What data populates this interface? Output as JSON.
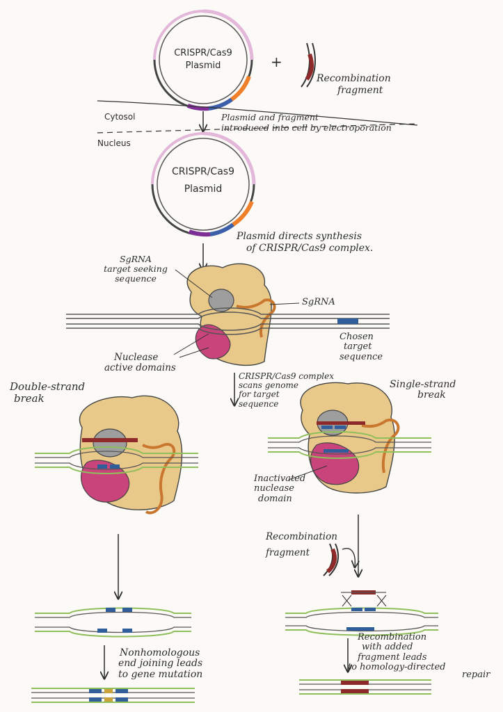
{
  "colors": {
    "paper": "#fbfaf7",
    "ink": "#2b2b2b",
    "plasmid_pink": "#e3b7d9",
    "plasmid_orange": "#f07f2a",
    "plasmid_purple": "#7e2f95",
    "plasmid_blue": "#3b5fa8",
    "fragment_red": "#8e2a2a",
    "dna_green": "#8fbf5a",
    "cas9_tan": "#e8c98a",
    "cas9_yellow": "#f3e6b0",
    "nuclease_magenta": "#c8447a",
    "recognition_grey": "#9e9e9e",
    "sgRNA_orange": "#c9772f",
    "target_blue": "#2f5e9a"
  },
  "labels": {
    "plasmid_top_1": "CRISPR/Cas9",
    "plasmid_top_2": "Plasmid",
    "plus": "+",
    "recomb_frag_1": "Recombination",
    "recomb_frag_2": "fragment",
    "cytosol": "Cytosol",
    "nucleus": "Nucleus",
    "electroporation_1": "Plasmid and fragment",
    "electroporation_2": "introduced into cell by electroporation",
    "plasmid_mid_1": "CRISPR/Cas9",
    "plasmid_mid_2": "Plasmid",
    "synthesis_1": "Plasmid directs synthesis",
    "synthesis_2": "of CRISPR/Cas9 complex.",
    "sgrna_target_1": "SgRNA",
    "sgrna_target_2": "target seeking",
    "sgrna_target_3": "sequence",
    "sgrna": "SgRNA",
    "chosen_1": "Chosen",
    "chosen_2": "target",
    "chosen_3": "sequence",
    "nuclease_1": "Nuclease",
    "nuclease_2": "active domains",
    "scan_1": "CRISPR/Cas9 complex",
    "scan_2": "scans genome",
    "scan_3": "for target",
    "scan_4": "sequence",
    "dsb_1": "Double-strand",
    "dsb_2": "break",
    "ssb_1": "Single-strand",
    "ssb_2": "break",
    "inactivated_1": "Inactivated",
    "inactivated_2": "nuclease",
    "inactivated_3": "domain",
    "recomb_frag2_1": "Recombination",
    "recomb_frag2_2": "fragment",
    "nhej_1": "Nonhomologous",
    "nhej_2": "end joining leads",
    "nhej_3": "to gene mutation",
    "hdr_1": "Recombination",
    "hdr_2": "with added",
    "hdr_3": "fragment leads",
    "hdr_4": "to homology-directed",
    "hdr_5": "repair"
  }
}
